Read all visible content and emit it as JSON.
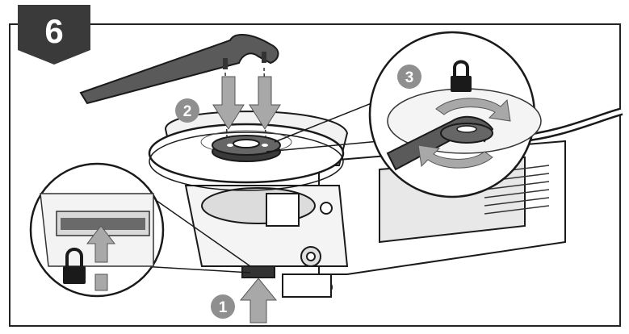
{
  "figure": {
    "step_badge": "6",
    "callouts": [
      {
        "label": "1"
      },
      {
        "label": "2"
      },
      {
        "label": "3"
      }
    ],
    "icons": [
      "lock-icon",
      "lock-icon",
      "arrow-up-icon",
      "arrow-down-icon",
      "rotate-icon"
    ],
    "colors": {
      "badge_fill": "#3a3a3a",
      "badge_text": "#ffffff",
      "callout_fill": "#8f8f8f",
      "arrow_fill": "#a8a8a8",
      "line": "#1a1a1a",
      "frame": "#222222"
    }
  }
}
